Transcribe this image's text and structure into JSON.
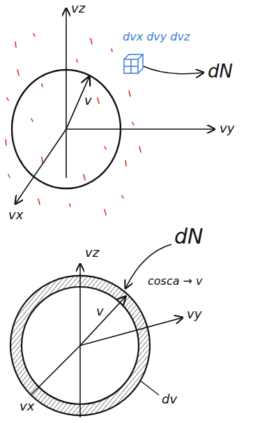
{
  "diagram": {
    "labels": [
      "vz",
      "vy",
      "vx",
      "v",
      "dvx dvy dvz",
      "dN",
      "dN",
      "vz",
      "vy",
      "v",
      "cosca → v",
      "vx",
      "dv"
    ]
  }
}
